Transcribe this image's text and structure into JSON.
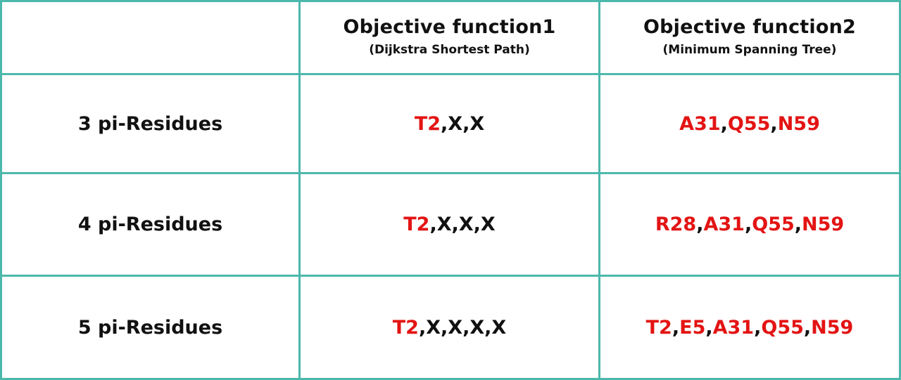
{
  "colors": {
    "grid_line": "#4cb8ac",
    "highlight": "#e31414",
    "text": "#111111"
  },
  "header": {
    "corner": "",
    "col1": {
      "title": "Objective function1",
      "subtitle": "(Dijkstra Shortest Path)"
    },
    "col2": {
      "title": "Objective function2",
      "subtitle": "(Minimum Spanning Tree)"
    }
  },
  "rows": [
    {
      "label": "3 pi-Residues",
      "col1": [
        {
          "text": "T2",
          "highlight": true
        },
        {
          "text": ",X,X",
          "highlight": false
        }
      ],
      "col2": [
        {
          "text": "A31",
          "highlight": true
        },
        {
          "text": ",",
          "highlight": false
        },
        {
          "text": "Q55",
          "highlight": true
        },
        {
          "text": ",",
          "highlight": false
        },
        {
          "text": "N59",
          "highlight": true
        }
      ]
    },
    {
      "label": "4 pi-Residues",
      "col1": [
        {
          "text": "T2",
          "highlight": true
        },
        {
          "text": ",X,X,X",
          "highlight": false
        }
      ],
      "col2": [
        {
          "text": "R28",
          "highlight": true
        },
        {
          "text": ",",
          "highlight": false
        },
        {
          "text": "A31",
          "highlight": true
        },
        {
          "text": ",",
          "highlight": false
        },
        {
          "text": "Q55",
          "highlight": true
        },
        {
          "text": ",",
          "highlight": false
        },
        {
          "text": "N59",
          "highlight": true
        }
      ]
    },
    {
      "label": "5 pi-Residues",
      "col1": [
        {
          "text": "T2",
          "highlight": true
        },
        {
          "text": ",X,X,X,X",
          "highlight": false
        }
      ],
      "col2": [
        {
          "text": "T2",
          "highlight": true
        },
        {
          "text": ",",
          "highlight": false
        },
        {
          "text": "E5",
          "highlight": true
        },
        {
          "text": ",",
          "highlight": false
        },
        {
          "text": "A31",
          "highlight": true
        },
        {
          "text": ",",
          "highlight": false
        },
        {
          "text": "Q55",
          "highlight": true
        },
        {
          "text": ",",
          "highlight": false
        },
        {
          "text": "N59",
          "highlight": true
        }
      ]
    }
  ]
}
